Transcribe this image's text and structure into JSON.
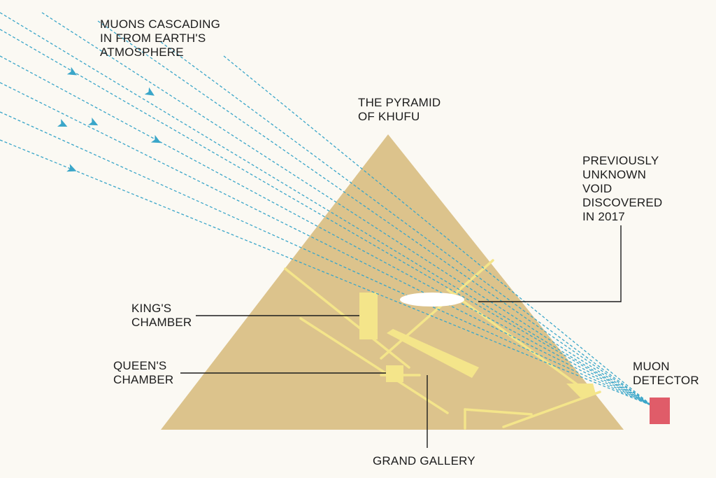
{
  "labels": {
    "muons": [
      "MUONS CASCADING",
      "IN FROM EARTH'S",
      "ATMOSPHERE"
    ],
    "pyramid": [
      "THE PYRAMID",
      "OF KHUFU"
    ],
    "void": [
      "PREVIOUSLY",
      "UNKNOWN",
      "VOID",
      "DISCOVERED",
      "IN 2017"
    ],
    "kings_chamber": [
      "KING'S",
      "CHAMBER"
    ],
    "queens_chamber": [
      "QUEEN'S",
      "CHAMBER"
    ],
    "detector": [
      "MUON",
      "DETECTOR"
    ],
    "grand_gallery": [
      "GRAND GALLERY"
    ]
  },
  "colors": {
    "pyramid": "#dcc38c",
    "passage": "#f4e58a",
    "muon_path": "#3aa6c9",
    "detector": "#e05c69",
    "void": "#ffffff",
    "leader": "#1c1c1c"
  }
}
